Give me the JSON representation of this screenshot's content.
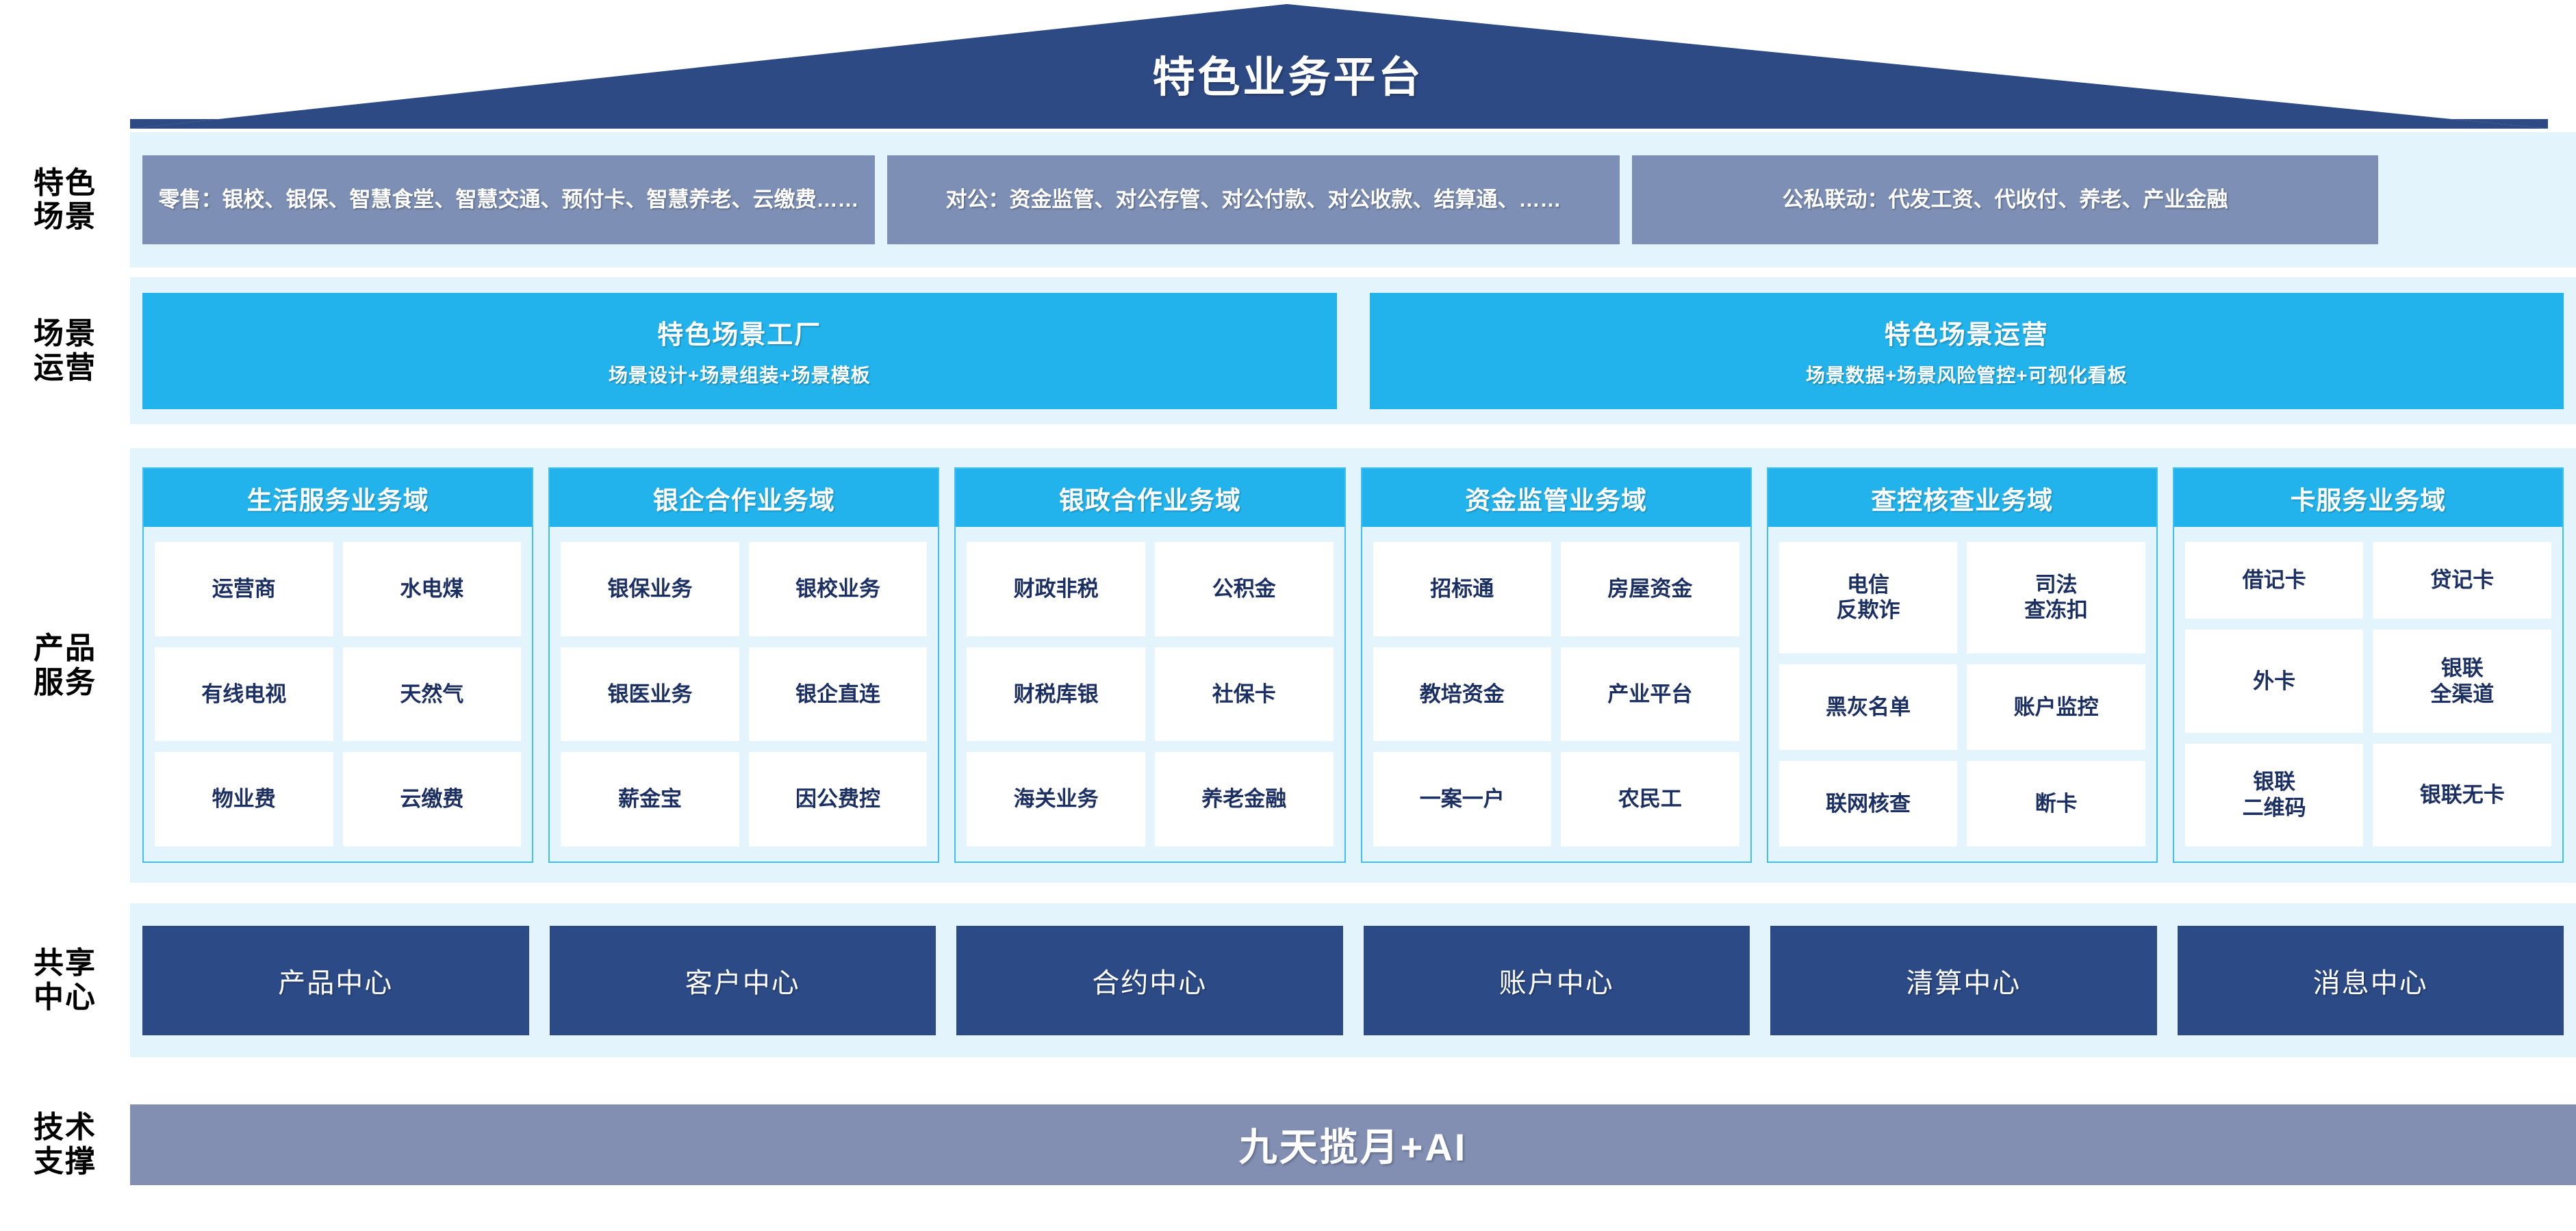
{
  "header": {
    "title": "特色业务平台",
    "roof_color": "#2e4a85"
  },
  "rows": {
    "scenario": {
      "label": "特色\n场景",
      "label_line1": "特色",
      "label_line2": "场景",
      "box_color": "#7d8fb4",
      "band_color": "#e4f4fd",
      "boxes": [
        "零售：银校、银保、智慧食堂、智慧交通、预付卡、智慧养老、云缴费……",
        "对公：资金监管、对公存管、对公付款、对公收款、结算通、……",
        "公私联动：代发工资、代收付、养老、产业金融"
      ]
    },
    "operation": {
      "label_line1": "场景",
      "label_line2": "运营",
      "box_color": "#22b3ec",
      "boxes": [
        {
          "title": "特色场景工厂",
          "subtitle": "场景设计+场景组装+场景模板"
        },
        {
          "title": "特色场景运营",
          "subtitle": "场景数据+场景风险管控+可视化看板"
        }
      ]
    },
    "product": {
      "label_line1": "产品",
      "label_line2": "服务",
      "header_color": "#22b3ec",
      "border_color": "#3fc0f0",
      "tile_color": "#ffffff",
      "tile_text_color": "#1b2f63",
      "columns": [
        {
          "title": "生活服务业务域",
          "items": [
            "运营商",
            "水电煤",
            "有线电视",
            "天然气",
            "物业费",
            "云缴费"
          ]
        },
        {
          "title": "银企合作业务域",
          "items": [
            "银保业务",
            "银校业务",
            "银医业务",
            "银企直连",
            "薪金宝",
            "因公费控"
          ]
        },
        {
          "title": "银政合作业务域",
          "items": [
            "财政非税",
            "公积金",
            "财税库银",
            "社保卡",
            "海关业务",
            "养老金融"
          ]
        },
        {
          "title": "资金监管业务域",
          "items": [
            "招标通",
            "房屋资金",
            "教培资金",
            "产业平台",
            "一案一户",
            "农民工"
          ]
        },
        {
          "title": "查控核查业务域",
          "items": [
            "电信\n反欺诈",
            "司法\n查冻扣",
            "黑灰名单",
            "账户监控",
            "联网核查",
            "断卡"
          ]
        },
        {
          "title": "卡服务业务域",
          "items": [
            "借记卡",
            "贷记卡",
            "外卡",
            "银联\n全渠道",
            "银联\n二维码",
            "银联无卡"
          ]
        }
      ]
    },
    "shared": {
      "label_line1": "共享",
      "label_line2": "中心",
      "box_color": "#2c4a86",
      "boxes": [
        "产品中心",
        "客户中心",
        "合约中心",
        "账户中心",
        "清算中心",
        "消息中心"
      ]
    },
    "tech": {
      "label_line1": "技术",
      "label_line2": "支撑",
      "banner_color": "#828fb3",
      "banner_text": "九天揽月+AI"
    }
  }
}
